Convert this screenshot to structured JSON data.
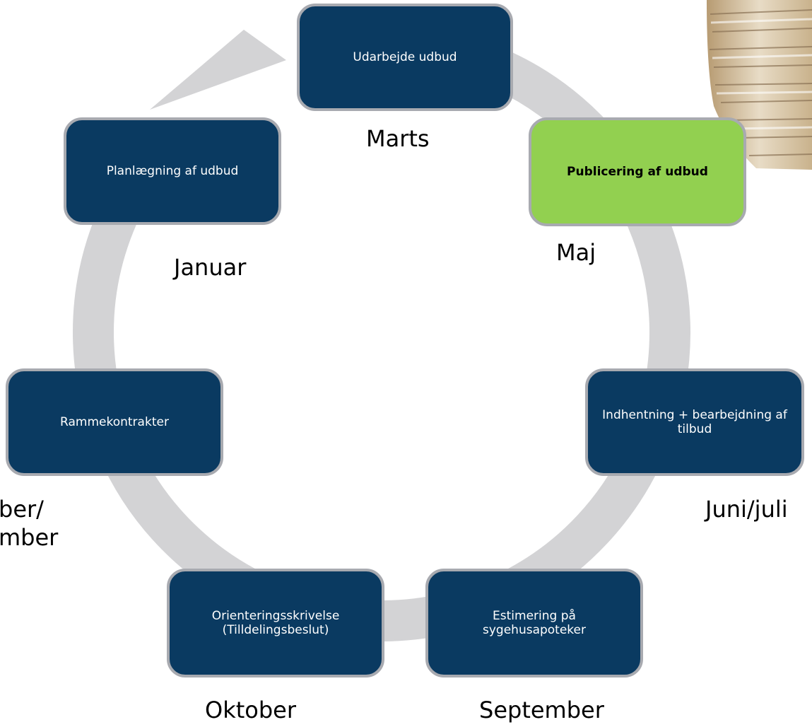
{
  "steps": [
    {
      "id": "udarbejde",
      "label": "Udarbejde udbud",
      "active": false
    },
    {
      "id": "publicering",
      "label": "Publicering af udbud",
      "active": true
    },
    {
      "id": "indhentning",
      "label": "Indhentning + bearbejdning af tilbud",
      "active": false
    },
    {
      "id": "estimering",
      "label": "Estimering på sygehusapoteker",
      "active": false
    },
    {
      "id": "orientering",
      "label": "Orienteringsskrivelse (Tilldelingsbeslut)",
      "active": false
    },
    {
      "id": "rammekontrakter",
      "label": "Rammekontrakter",
      "active": false
    },
    {
      "id": "planlaegning",
      "label": "Planlægning af udbud",
      "active": false
    }
  ],
  "months": {
    "marts": "Marts",
    "maj": "Maj",
    "juni_juli": "Juni/juli",
    "september": "September",
    "oktober": "Oktober",
    "november_december": "ber/\nmber",
    "januar": "Januar"
  },
  "colors": {
    "step_fill": "#0a3a61",
    "step_active_fill": "#92d050",
    "step_border": "#a8aab0",
    "ring": "#d3d3d5"
  }
}
